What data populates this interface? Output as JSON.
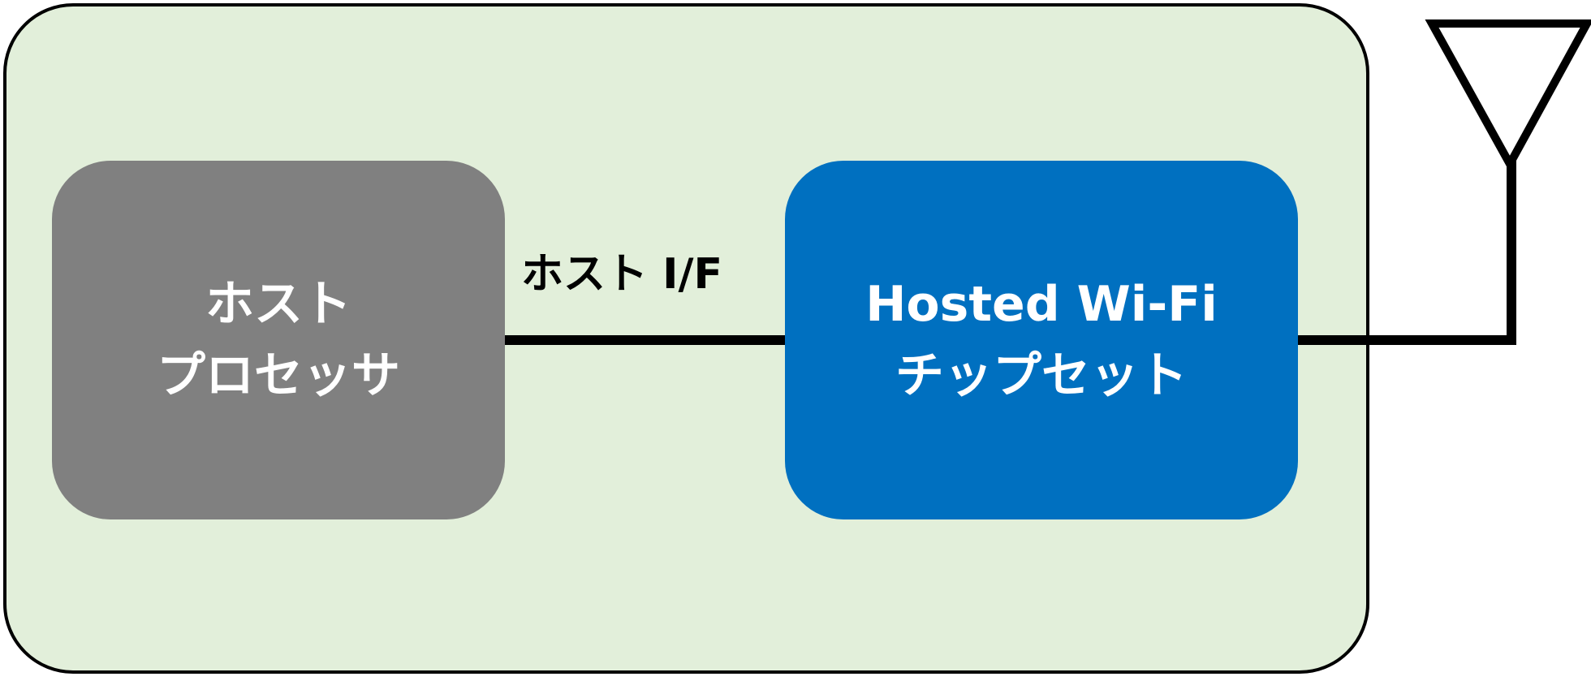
{
  "diagram": {
    "host_processor": {
      "lines": [
        "ホスト",
        "プロセッサ"
      ]
    },
    "host_interface": {
      "label": "ホスト I/F"
    },
    "wifi_chipset": {
      "lines": [
        "Hosted Wi-Fi",
        "チップセット"
      ]
    }
  },
  "colors": {
    "board_fill": "#e2efda",
    "outline": "#000000",
    "host_processor_fill": "#808080",
    "wifi_chipset_fill": "#0070c0",
    "text_on_blocks": "#ffffff",
    "text_label": "#000000"
  },
  "icons": {
    "antenna": "antenna-icon"
  }
}
